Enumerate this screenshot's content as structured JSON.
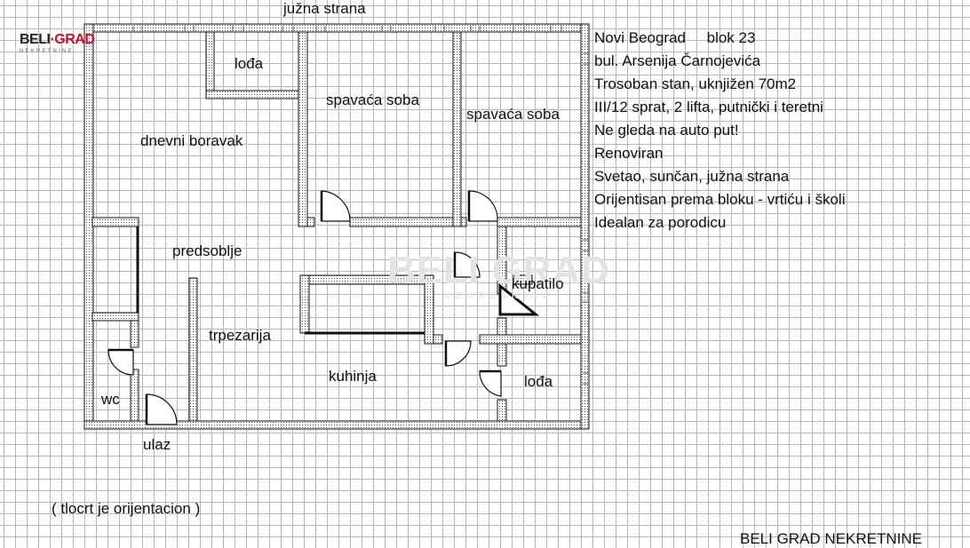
{
  "branding": {
    "logo_text": "BELI GRAD",
    "logo_subtext": "NEKRETNINE",
    "watermark_text": "BELI GRAD",
    "watermark_subtext": "NEKRETNINE",
    "footer_text": "BELI GRAD NEKRETNINE"
  },
  "plan": {
    "orientation_label": "južna strana",
    "entrance_label": "ulaz",
    "note": "( tlocrt je orijentacion )",
    "rooms": {
      "lodja_top": "lođa",
      "bedroom_1": "spavaća soba",
      "bedroom_2": "spavaća soba",
      "living_room": "dnevni boravak",
      "hallway": "predsoblje",
      "bathroom": "kupatilo",
      "dining": "trpezarija",
      "kitchen": "kuhinja",
      "lodja_bottom": "lođa",
      "wc": "wc"
    }
  },
  "listing": {
    "lines": [
      "Novi Beograd     blok 23",
      "bul. Arsenija Čarnojevića",
      "Trosoban stan, uknjižen 70m2",
      "III/12 sprat, 2 lifta, putnički i teretni",
      "Ne gleda na auto put!",
      "Renoviran",
      "Svetao, sunčan, južna strana",
      "Orijentisan prema bloku - vrtiću i školi",
      "Idealan za porodicu"
    ]
  },
  "colors": {
    "wall_fill": "#ffffff",
    "wall_hatch": "#555555",
    "grid": "#b9b9b9",
    "logo_accent": "#c8102e"
  }
}
